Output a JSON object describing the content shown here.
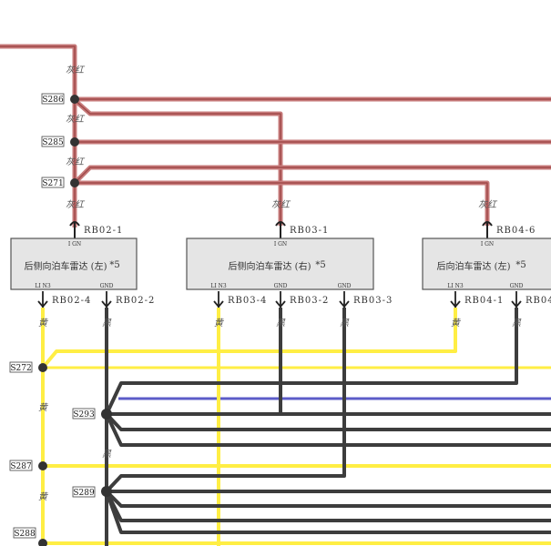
{
  "colors": {
    "red_wire": "#c77b7b",
    "red_wire_core": "#b05a5a",
    "yellow_wire": "#ffee55",
    "black_wire": "#3d3d3d",
    "blue_wire": "#7d7ddc",
    "module_fill": "#e5e5e5",
    "module_stroke": "#555555"
  },
  "splices": {
    "s286": "S286",
    "s285": "S285",
    "s271": "S271",
    "s272": "S272",
    "s293": "S293",
    "s287": "S287",
    "s289": "S289",
    "s288": "S288"
  },
  "wire_labels": {
    "gray_red": "灰红",
    "yellow": "黄",
    "black": "黑"
  },
  "modules": [
    {
      "title": "后侧向泊车雷达 (左)",
      "note": "*5",
      "top_pin": "RB02-1",
      "top_pin_name": "I GN",
      "bottom_left_pin": "RB02-4",
      "bottom_left_name": "LI N3",
      "bottom_right_pin": "RB02-2",
      "bottom_right_name": "GND"
    },
    {
      "title": "后侧向泊车雷达 (右)",
      "note": "*5",
      "top_pin": "RB03-1",
      "top_pin_name": "I GN",
      "bottom_left_pin": "RB03-4",
      "bottom_left_name": "LI N3",
      "bottom_mid_pin": "RB03-2",
      "bottom_mid_name": "GND",
      "bottom_right_pin": "RB03-3",
      "bottom_right_name": "GND"
    },
    {
      "title": "后向泊车雷达 (左)",
      "note": "*5",
      "top_pin": "RB04-6",
      "top_pin_name": "I GN",
      "bottom_left_pin": "RB04-1",
      "bottom_left_name": "LI N3",
      "bottom_right_pin": "RB04",
      "bottom_right_name": "GND"
    }
  ]
}
